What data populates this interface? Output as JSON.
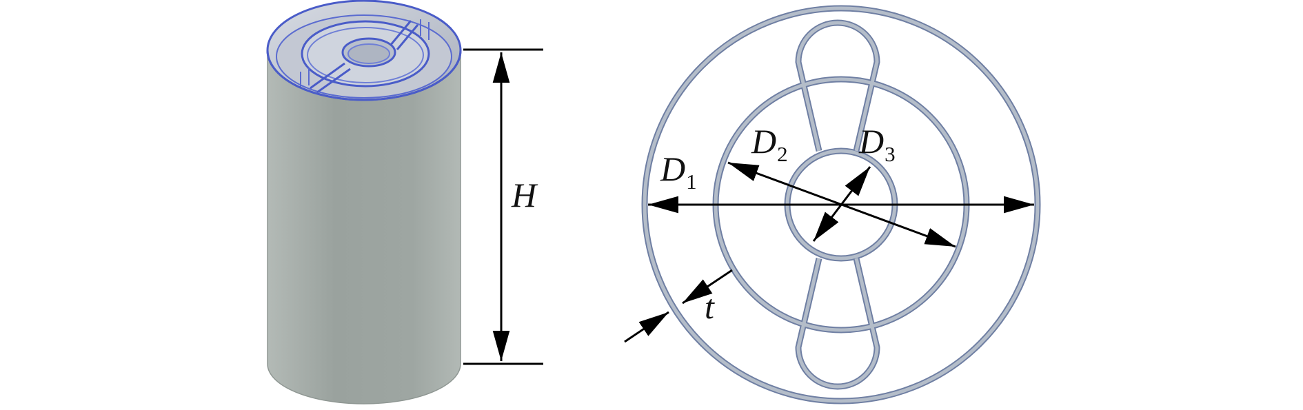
{
  "labels": {
    "height": "H",
    "d1_main": "D",
    "d1_sub": "1",
    "d2_main": "D",
    "d2_sub": "2",
    "d3_main": "D",
    "d3_sub": "3",
    "thickness": "t"
  },
  "colors": {
    "tube_body": "#a6aeaa",
    "tube_shade": "#8e9692",
    "edge_blue": "#4a5cc8",
    "wall_gray": "#b4bdc9",
    "wall_outline": "#6f7fa3",
    "dimension": "#000000"
  }
}
